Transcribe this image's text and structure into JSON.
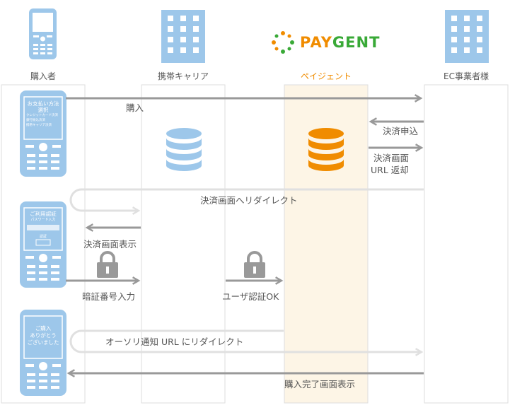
{
  "lanes": {
    "customer": "購入者",
    "carrier": "携帯キャリア",
    "paygent": "ペイジェント",
    "merchant": "EC事業者様"
  },
  "logo": {
    "text_pay": "PAY",
    "text_gent": "GENT"
  },
  "messages": {
    "purchase": "購入",
    "payment_request": "決済申込",
    "return_url_line1": "決済画面",
    "return_url_line2": "URL 返却",
    "redirect_payment": "決済画面へリダイレクト",
    "show_payment": "決済画面表示",
    "pin_input": "暗証番号入力",
    "user_auth_ok": "ユーザ認証OK",
    "auth_notify_redirect": "オーソリ通知 URL にリダイレクト",
    "complete_screen": "購入完了画面表示"
  },
  "phones": {
    "phone1_lines": [
      "お支払い方法",
      "選択",
      "クレジットカード決済",
      "銀行振込決済",
      "携帯キャリア決済"
    ],
    "phone2_lines": [
      "ご利用認証",
      "パスワード入力",
      "認証"
    ],
    "phone3_lines": [
      "ご購入",
      "ありがとう",
      "ございました"
    ]
  },
  "colors": {
    "blue": "#9dc7ea",
    "orange": "#f08c00",
    "green": "#39a937",
    "gray_arrow": "#999999",
    "light_arrow": "#e0e0e0",
    "lane_fill": "#fdf5e6"
  }
}
